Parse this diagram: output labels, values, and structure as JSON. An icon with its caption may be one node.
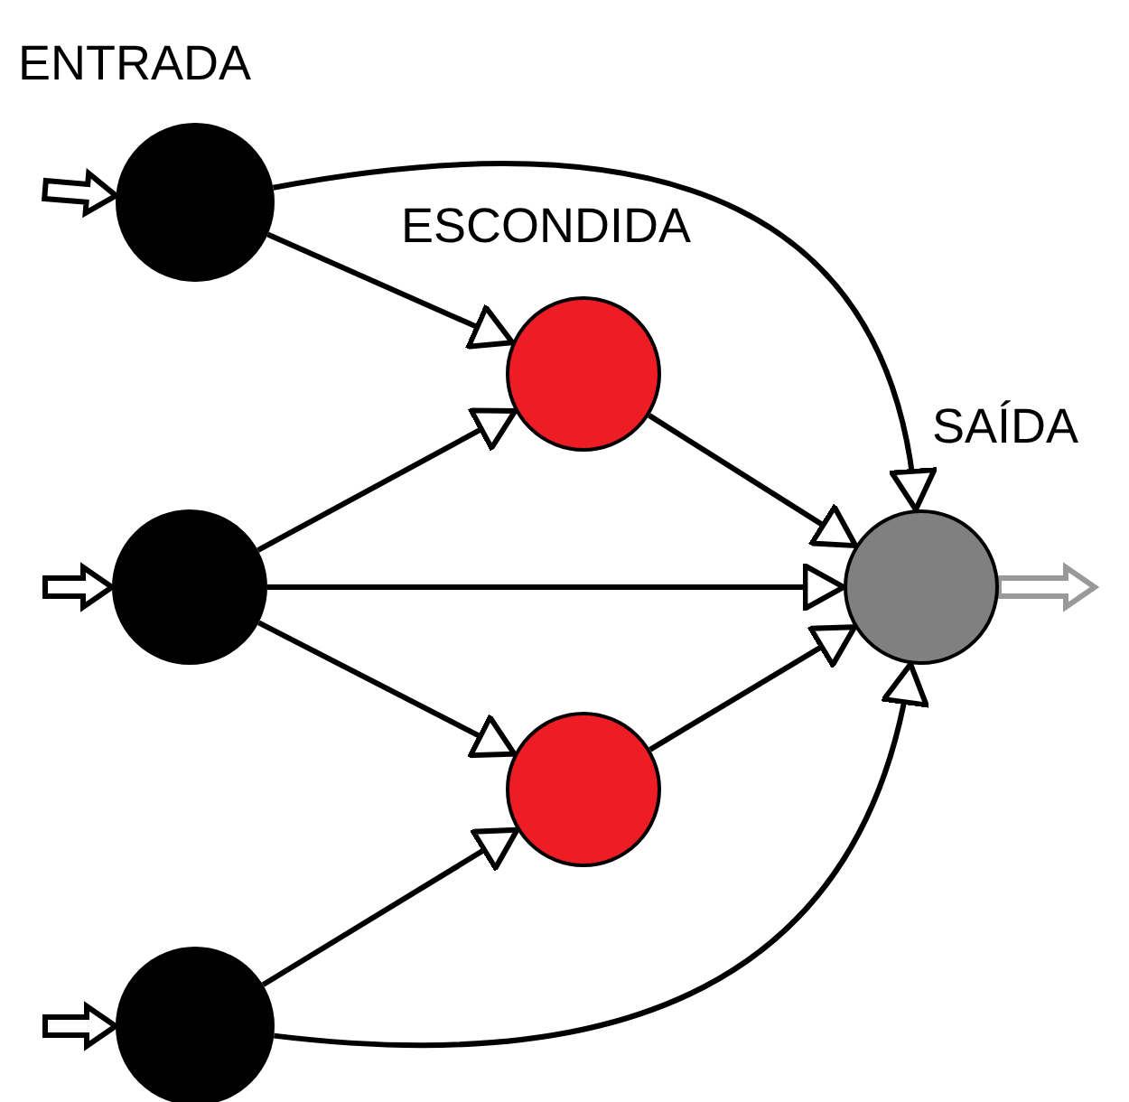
{
  "diagram": {
    "nodes": [
      {
        "text": [],
        "shape": "circle"
      },
      {
        "text": [],
        "shape": "circle"
      },
      {
        "text": [],
        "shape": "circle"
      },
      {
        "text": [],
        "shape": "circle"
      },
      {
        "text": [],
        "shape": "circle"
      },
      {
        "text": [],
        "shape": "circle"
      }
    ],
    "edges": [
      {
        "from": null,
        "to": 0,
        "arrow": "to",
        "style": "thick"
      },
      {
        "from": null,
        "to": 1,
        "arrow": "to",
        "style": "thick"
      },
      {
        "from": null,
        "to": 2,
        "arrow": "to",
        "style": "thick"
      },
      {
        "from": 0,
        "to": 3,
        "arrow": "to"
      },
      {
        "from": 0,
        "to": 5,
        "arrow": "to"
      },
      {
        "from": 1,
        "to": 3,
        "arrow": "to"
      },
      {
        "from": 1,
        "to": 5,
        "arrow": "to"
      },
      {
        "from": 1,
        "to": 4,
        "arrow": "to"
      },
      {
        "from": 2,
        "to": 4,
        "arrow": "to"
      },
      {
        "from": 2,
        "to": 5,
        "arrow": "to"
      },
      {
        "from": 3,
        "to": 5,
        "arrow": "to"
      },
      {
        "from": 4,
        "to": 5,
        "arrow": "to"
      },
      {
        "from": 5,
        "to": null,
        "arrow": "to",
        "style": "thick",
        "color": "#999999"
      }
    ],
    "labels": [
      "ENTRADA",
      "ESCONDIDA",
      "SAÍDA"
    ]
  }
}
